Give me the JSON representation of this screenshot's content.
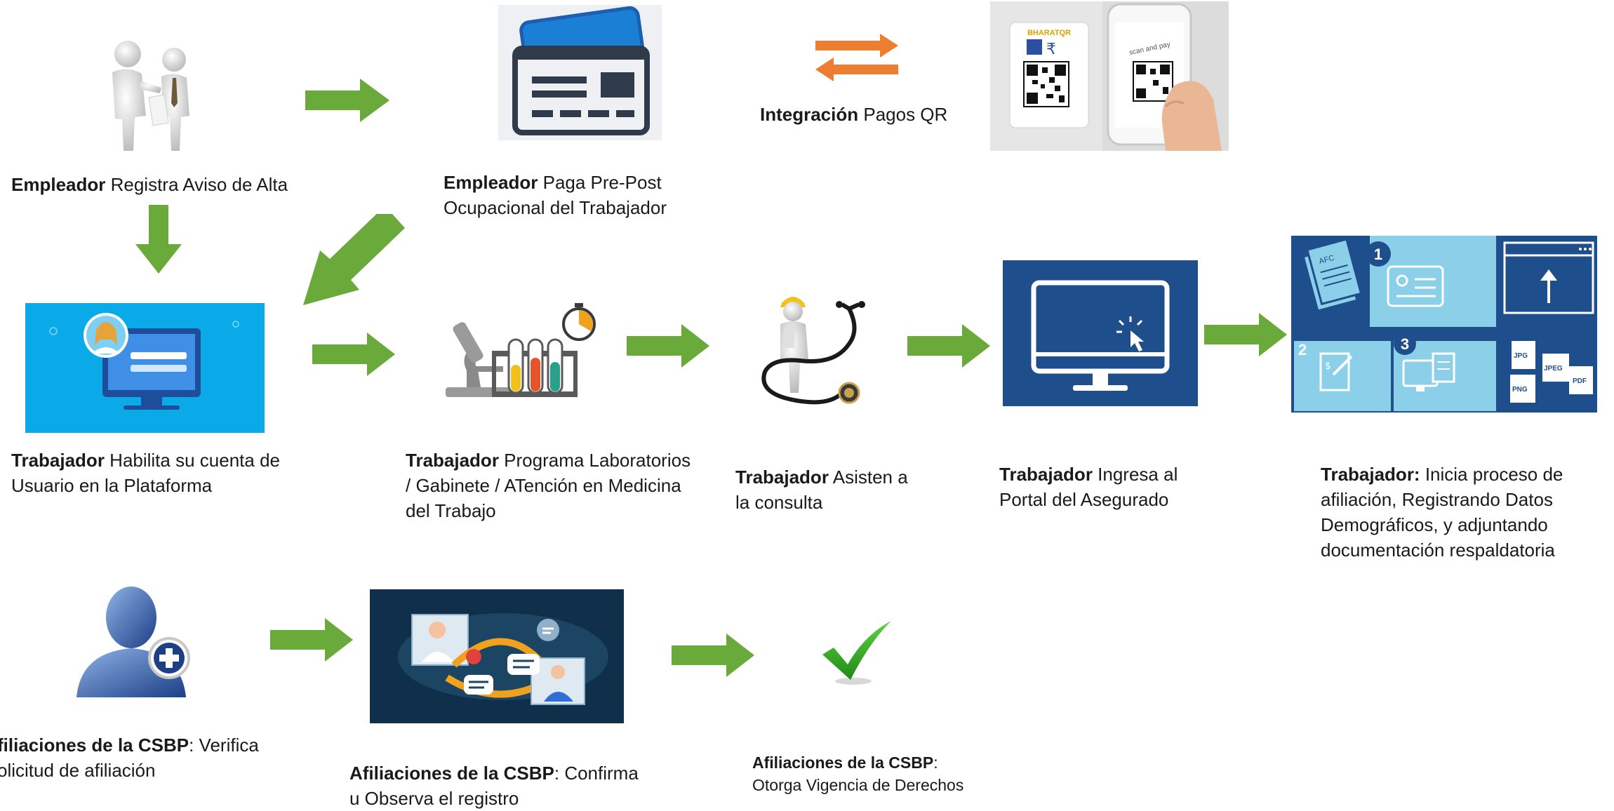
{
  "colors": {
    "arrow": "#6aaa3a",
    "orange": "#ed7d31",
    "blue_dark": "#1f4e8c",
    "blue_light": "#00aeef",
    "panel_light": "#8ccfe8"
  },
  "steps": {
    "s1": {
      "bold": "Empleador",
      "rest": " Registra Aviso de Alta"
    },
    "s2": {
      "bold": "Empleador",
      "rest": " Paga Pre-Post",
      "line2": "Ocupacional del Trabajador"
    },
    "qr": {
      "bold": "Integración",
      "rest": " Pagos QR",
      "brand": "BHARATQR",
      "phone_text": "scan and pay"
    },
    "s3": {
      "bold": "Trabajador",
      "rest": " Habilita su cuenta de",
      "line2": "Usuario en la Plataforma"
    },
    "s4": {
      "bold": "Trabajador",
      "rest": " Programa Laboratorios",
      "line2": "/ Gabinete / ATención en Medicina",
      "line3": "del Trabajo"
    },
    "s5": {
      "bold": "Trabajador",
      "rest": " Asisten a",
      "line2": "la consulta"
    },
    "s6": {
      "bold": "Trabajador",
      "rest": " Ingresa al",
      "line2": "Portal del Asegurado"
    },
    "s7": {
      "bold": "Trabajador:",
      "rest": " Inicia proceso de",
      "line2": "afiliación, Registrando Datos",
      "line3": "Demográficos, y adjuntando",
      "line4": "documentación respaldatoria",
      "steps": [
        "1",
        "2",
        "3"
      ],
      "files": [
        "JPG",
        "JPEG",
        "PNG",
        "PDF"
      ],
      "badge": "AFC"
    },
    "s8": {
      "bold": "filiaciones de la CSBP",
      "rest": ": Verifica",
      "line2": "olicitud de afiliación"
    },
    "s9": {
      "bold": "Afiliaciones de la CSBP",
      "rest": ": Confirma",
      "line2": "u Observa el registro"
    },
    "s10": {
      "bold": "Afiliaciones de la CSBP",
      "rest": ":",
      "line2": "Otorga Vigencia de Derechos"
    }
  }
}
